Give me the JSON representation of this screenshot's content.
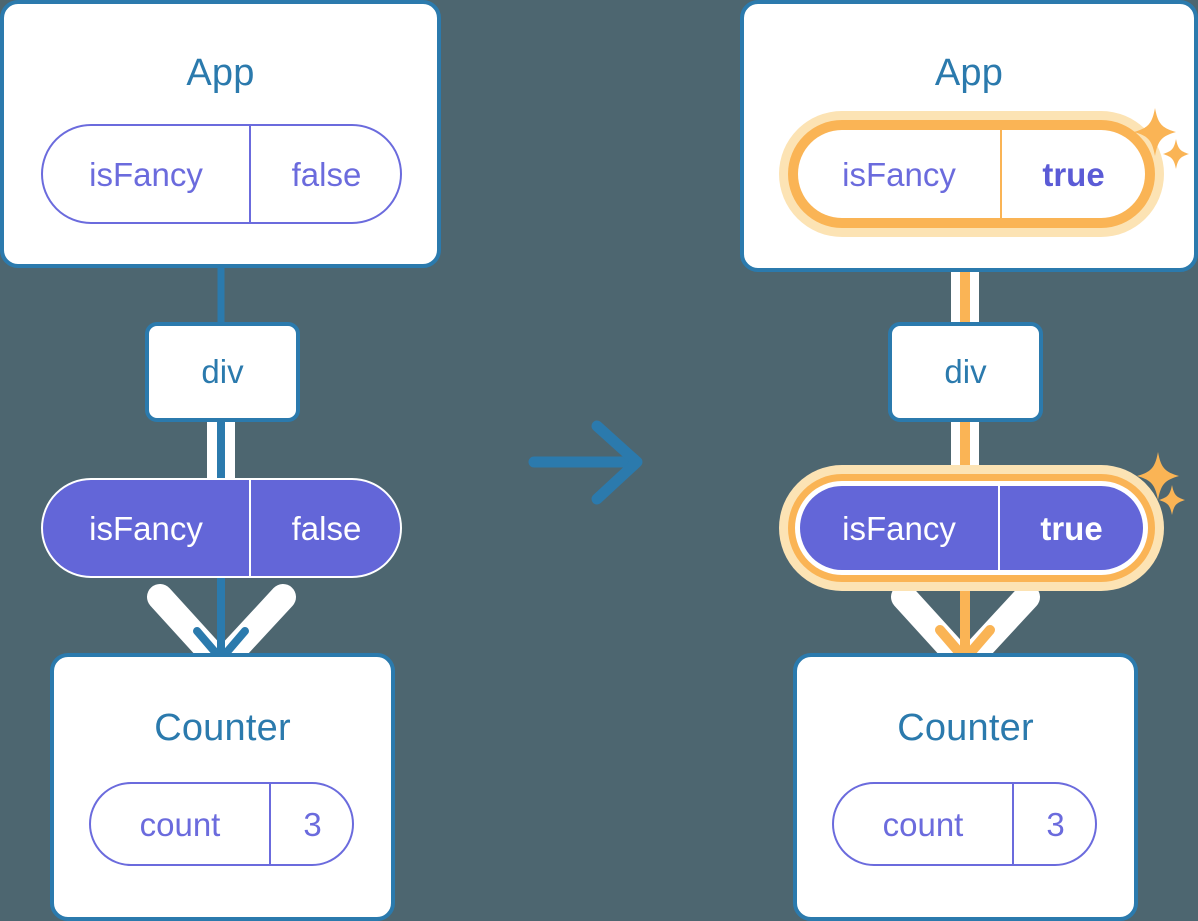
{
  "background_color": "#4d6670",
  "palette": {
    "blue": "#2b7aad",
    "purple_line": "#6b6bdd",
    "purple_fill": "#6366d8",
    "orange": "#f9b champagne",
    "orange_solid": "#fab455",
    "orange_soft": "#fce3b4",
    "white": "#ffffff"
  },
  "transition_arrow": {
    "icon": "arrow-right-icon",
    "color": "#2b7aad"
  },
  "panels": [
    {
      "id": "before",
      "app": {
        "title": "App",
        "state_pill": {
          "key": "isFancy",
          "value": "false",
          "style": "outline",
          "highlighted": false,
          "bold_value": false
        }
      },
      "dom_node": {
        "label": "div"
      },
      "prop_pill": {
        "key": "isFancy",
        "value": "false",
        "style": "filled",
        "highlighted": false,
        "bold_value": false
      },
      "counter": {
        "title": "Counter",
        "state_pill": {
          "key": "count",
          "value": "3",
          "style": "outline",
          "highlighted": false,
          "bold_value": false
        }
      },
      "connector_color": "#2b7aad",
      "sparkles": false
    },
    {
      "id": "after",
      "app": {
        "title": "App",
        "state_pill": {
          "key": "isFancy",
          "value": "true",
          "style": "outline",
          "highlighted": true,
          "bold_value": true
        }
      },
      "dom_node": {
        "label": "div"
      },
      "prop_pill": {
        "key": "isFancy",
        "value": "true",
        "style": "filled",
        "highlighted": true,
        "bold_value": true
      },
      "counter": {
        "title": "Counter",
        "state_pill": {
          "key": "count",
          "value": "3",
          "style": "outline",
          "highlighted": false,
          "bold_value": false
        }
      },
      "connector_color": "#fab455",
      "sparkles": true,
      "sparkle_icon": "sparkle-icon"
    }
  ]
}
